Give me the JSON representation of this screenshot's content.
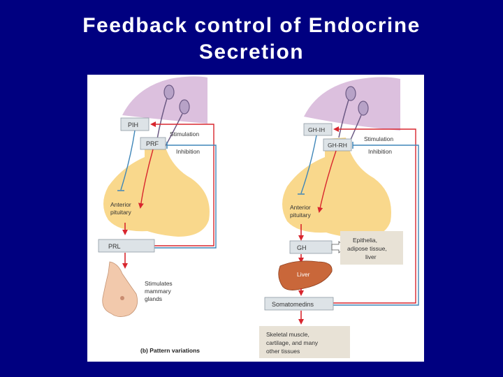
{
  "slide": {
    "title_line1": "Feedback control of Endocrine",
    "title_line2": "Secretion"
  },
  "figure": {
    "caption": "(b) Pattern variations",
    "left": {
      "pih": "PIH",
      "prf": "PRF",
      "stimulation": "Stimulation",
      "inhibition": "Inhibition",
      "anterior": "Anterior",
      "pituitary": "pituitary",
      "prl": "PRL",
      "target_line1": "Stimulates",
      "target_line2": "mammary",
      "target_line3": "glands"
    },
    "right": {
      "ghih": "GH-IH",
      "ghrh": "GH-RH",
      "stimulation": "Stimulation",
      "inhibition": "Inhibition",
      "anterior": "Anterior",
      "pituitary": "pituitary",
      "gh": "GH",
      "epi_line1": "Epithelia,",
      "epi_line2": "adipose tissue,",
      "epi_line3": "liver",
      "liver": "Liver",
      "somatomedins": "Somatomedins",
      "skel_line1": "Skeletal muscle,",
      "skel_line2": "cartilage, and many",
      "skel_line3": "other tissues"
    }
  },
  "colors": {
    "background": "#000080",
    "stimulation_arrow": "#d8262e",
    "inhibition_arrow": "#3f86b8",
    "gland": "#f9d88c",
    "brain": "#dcc0de"
  }
}
